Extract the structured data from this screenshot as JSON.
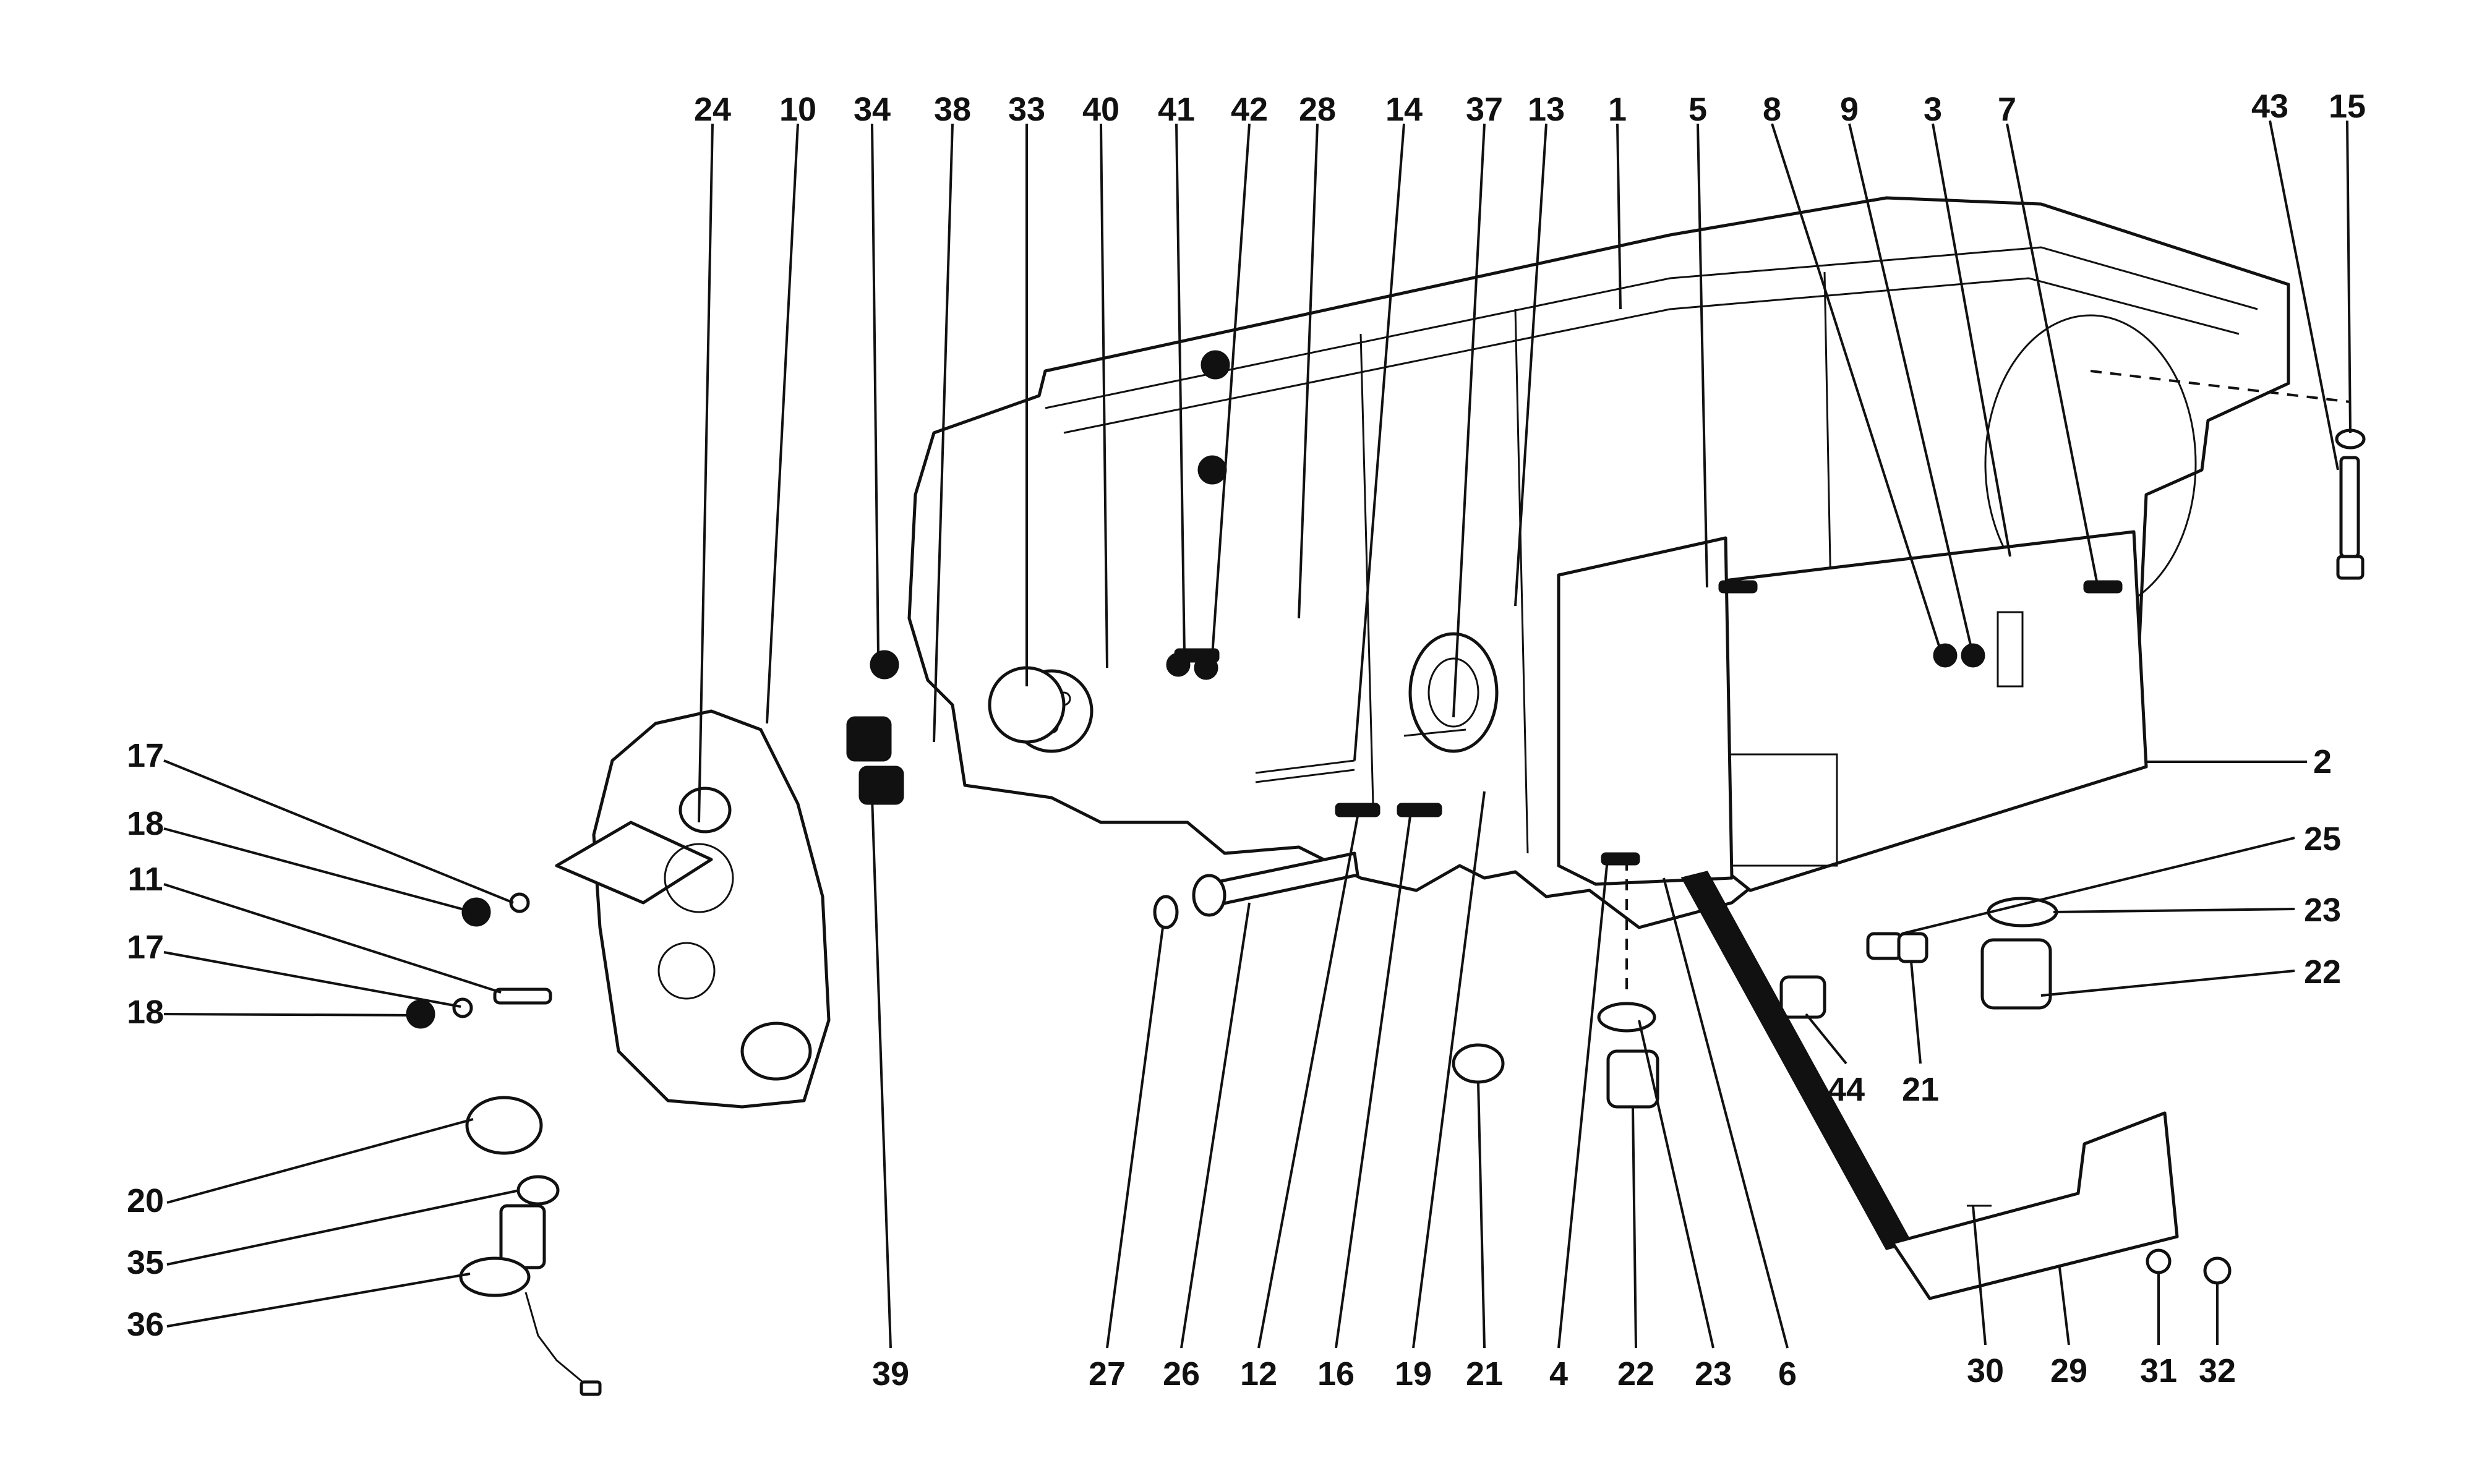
{
  "callouts": {
    "top": [
      "24",
      "10",
      "34",
      "38",
      "33",
      "40",
      "41",
      "42",
      "28",
      "14",
      "37",
      "13",
      "1",
      "5",
      "8",
      "9",
      "3",
      "7",
      "43",
      "15"
    ],
    "left": [
      "17",
      "18",
      "11",
      "17",
      "18",
      "20",
      "35",
      "36"
    ],
    "right": [
      "2",
      "25",
      "23",
      "22",
      "44",
      "21"
    ],
    "bottom": [
      "39",
      "27",
      "26",
      "12",
      "16",
      "19",
      "21",
      "4",
      "22",
      "23",
      "6",
      "30",
      "29",
      "31",
      "32"
    ]
  }
}
